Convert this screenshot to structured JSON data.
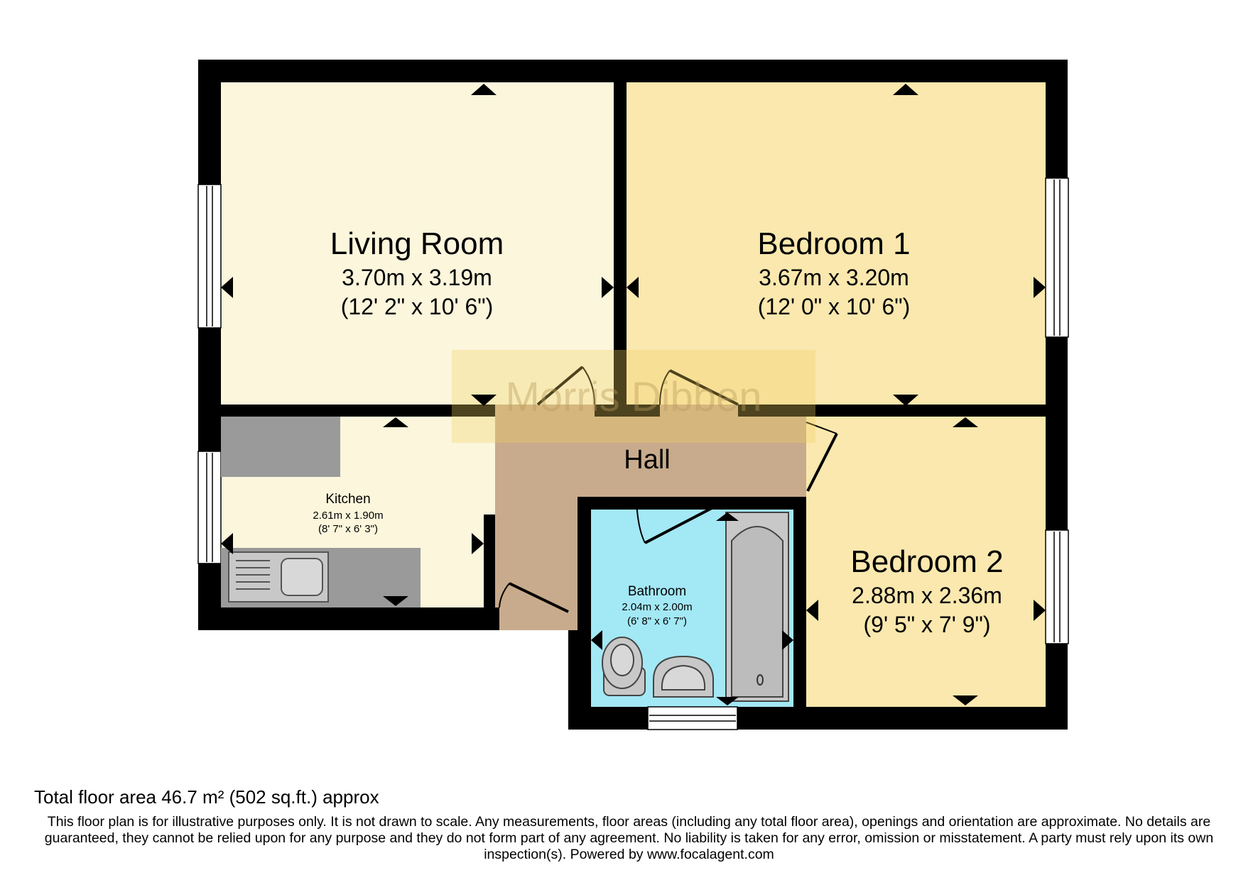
{
  "watermark": "Morris Dibben",
  "rooms": {
    "living_room": {
      "name": "Living Room",
      "metric": "3.70m x 3.19m",
      "imperial": "(12' 2\" x 10' 6\")",
      "color": "#fbf6dc"
    },
    "bedroom_1": {
      "name": "Bedroom 1",
      "metric": "3.67m x 3.20m",
      "imperial": "(12' 0\" x 10' 6\")",
      "color": "#fae8ae"
    },
    "kitchen": {
      "name": "Kitchen",
      "metric": "2.61m x 1.90m",
      "imperial": "(8' 7\" x 6' 3\")",
      "color": "#fbf6dc"
    },
    "hall": {
      "name": "Hall",
      "color": "#c8ab8c"
    },
    "bathroom": {
      "name": "Bathroom",
      "metric": "2.04m x 2.00m",
      "imperial": "(6' 8\" x 6' 7\")",
      "color": "#a3e8f5"
    },
    "bedroom_2": {
      "name": "Bedroom 2",
      "metric": "2.88m x 2.36m",
      "imperial": "(9' 5\" x 7' 9\")",
      "color": "#fae8ae"
    }
  },
  "colors": {
    "wall": "#000000",
    "fixture": "#9a9a9a",
    "fixture_light": "#c8c8c8"
  },
  "footer": {
    "total_area": "Total floor area 46.7 m² (502 sq.ft.) approx",
    "disclaimer": "This floor plan is for illustrative purposes only. It is not drawn to scale. Any measurements, floor areas (including any total floor area), openings and orientation are approximate. No details are guaranteed, they cannot be relied upon for any purpose and they do not form part of any agreement. No liability is taken for any error, omission or misstatement. A party must rely upon its own inspection(s). Powered by www.focalagent.com"
  }
}
